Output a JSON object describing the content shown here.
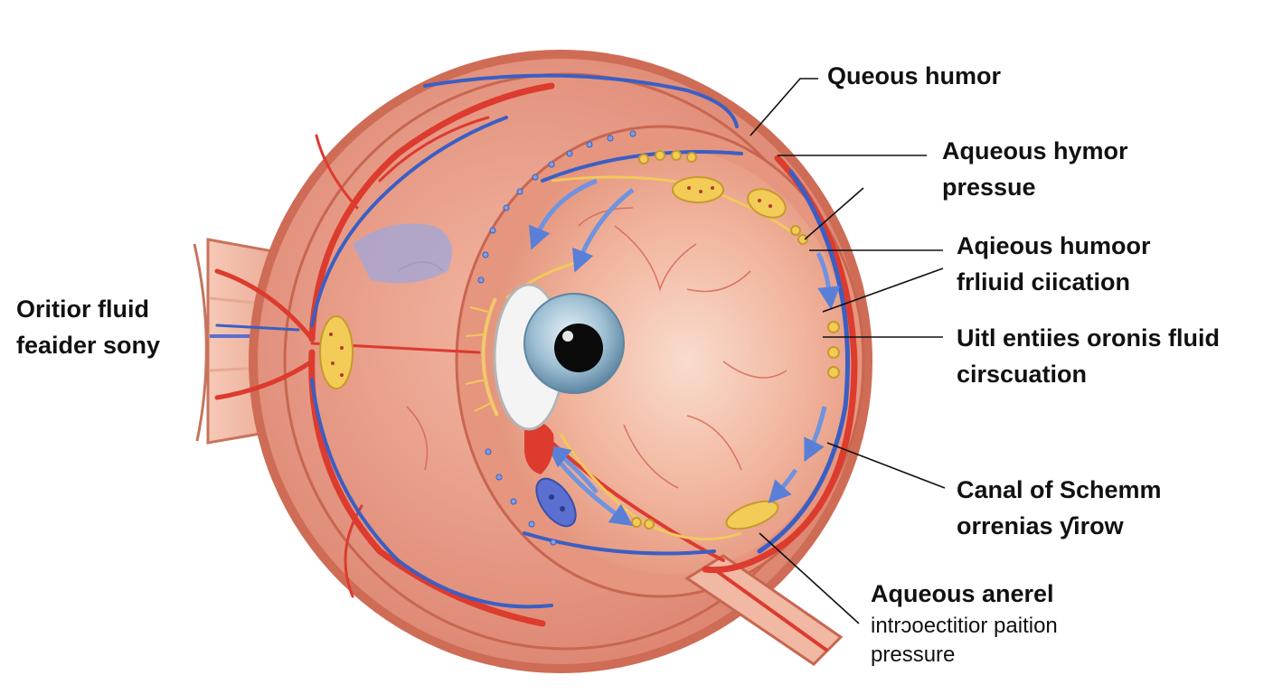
{
  "labels": {
    "queous_humor": "Queous humor",
    "aqueous_hymor_line1": "Aqueous hymor",
    "aqueous_hymor_line2": "pressue",
    "aqieous_humoor_line1": "Aqieous humoor",
    "aqieous_humoor_line2": "frliuid ciication",
    "uitl_line1": "Uitl entiies oronis fluid",
    "uitl_line2": "cirscuation",
    "canal_line1": "Canal of Schemm",
    "canal_line2": "orrenias ƴirow",
    "anerel_line1": "Aqueous anerel",
    "anerel_line2": "intrɔoectitior paition",
    "anerel_line3": "pressure",
    "oritior_line1": "Oritior fluid",
    "oritior_line2": "feaider  sony"
  },
  "colors": {
    "sclera": "#e79a84",
    "sclera_dark": "#c8624c",
    "interior": "#f2b7a2",
    "artery": "#dc3b2e",
    "vein": "#3a5fc4",
    "fluid_flow": "#f3d36a",
    "arrow": "#6f93e0",
    "iris": "#a9c8dc",
    "pupil": "#0a0a0a"
  }
}
